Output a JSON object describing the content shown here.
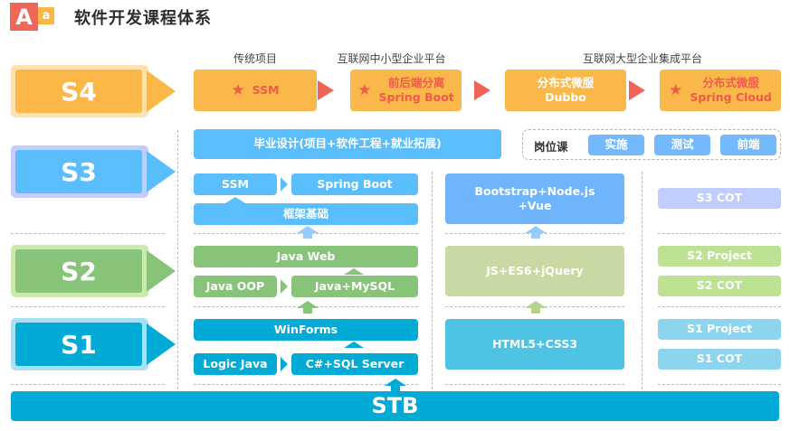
{
  "header": {
    "logo_big": "A",
    "logo_small": "a",
    "title": "软件开发课程体系"
  },
  "stages": [
    {
      "label": "S4",
      "color": "#fbb748",
      "frame": "#ffe2b0"
    },
    {
      "label": "S3",
      "color": "#5bbefc",
      "frame": "#c6ccff"
    },
    {
      "label": "S2",
      "color": "#88c37a",
      "frame": "#cbe8ad"
    },
    {
      "label": "S1",
      "color": "#02aad6",
      "frame": "#a9e0f3"
    }
  ],
  "s4": {
    "captions": [
      "传统项目",
      "互联网中小型企业平台",
      "互联网大型企业集成平台"
    ],
    "boxes": [
      {
        "line1": "SSM",
        "line2": "",
        "starred": true
      },
      {
        "line1": "前后端分离",
        "line2": "Spring Boot",
        "starred": true
      },
      {
        "line1": "分布式微服",
        "line2": "Dubbo",
        "starred": false
      },
      {
        "line1": "分布式微服",
        "line2": "Spring Cloud",
        "starred": true
      }
    ],
    "star_icon": "★"
  },
  "s3": {
    "graduation": "毕业设计(项目+软件工程+就业拓展)",
    "job_courses": {
      "label": "岗位课",
      "items": [
        "实施",
        "测试",
        "前端"
      ]
    },
    "ssm": "SSM",
    "spring_boot": "Spring Boot",
    "framework": "框架基础",
    "frontend": {
      "line1": "Bootstrap+Node.js",
      "line2": "+Vue"
    },
    "cot": "S3 COT"
  },
  "s2": {
    "java_web": "Java Web",
    "java_oop": "Java OOP",
    "java_mysql": "Java+MySQL",
    "frontend": "JS+ES6+jQuery",
    "project": "S2 Project",
    "cot": "S2 COT"
  },
  "s1": {
    "winforms": "WinForms",
    "logic_java": "Logic Java",
    "csharp_sql": "C#+SQL Server",
    "frontend": "HTML5+CSS3",
    "project": "S1 Project",
    "cot": "S1 COT"
  },
  "base": {
    "label": "STB"
  }
}
